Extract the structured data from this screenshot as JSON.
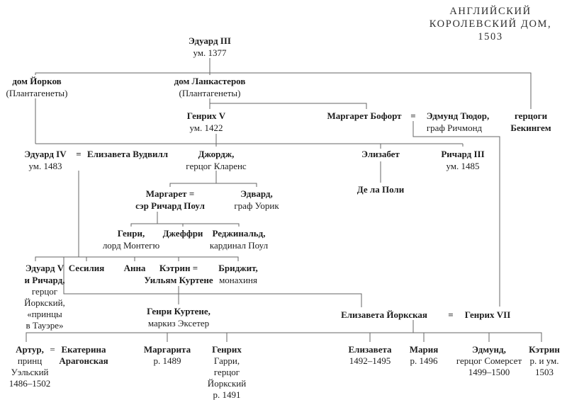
{
  "page": {
    "background": "#ffffff",
    "line_color": "#666666",
    "text_color": "#1c1c1c"
  },
  "title": {
    "line1": "АНГЛИЙСКИЙ",
    "line2": "КОРОЛЕВСКИЙ ДОМ,",
    "line3": "1503"
  },
  "symbols": {
    "marriage": "="
  },
  "nodes": {
    "edward3": {
      "name": "Эдуард III",
      "note": "ум. 1377"
    },
    "york_house": {
      "name": "дом Йорков",
      "note": "(Плантагенеты)"
    },
    "lancaster_house": {
      "name": "дом Ланкастеров",
      "note": "(Плантагенеты)"
    },
    "henry5": {
      "name": "Генрих V",
      "note": "ум. 1422"
    },
    "margaret_beaufort": {
      "name": "Маргарет Бофорт"
    },
    "edmund_tudor": {
      "name": "Эдмунд Тюдор,",
      "note": "граф Ричмонд"
    },
    "buckingham": {
      "name": "герцоги",
      "note": "Бекингем"
    },
    "edward4": {
      "name": "Эдуард IV",
      "note": "ум. 1483"
    },
    "elizabeth_woodville": {
      "name": "Елизавета Вудвилл"
    },
    "george_clarence": {
      "name": "Джордж,",
      "note": "герцог Кларенс"
    },
    "elizabeth_sister": {
      "name": "Элизабет"
    },
    "richard3": {
      "name": "Ричард III",
      "note": "ум. 1485"
    },
    "de_la_pole": {
      "name": "Де ла Поли"
    },
    "margaret_pole": {
      "name": "Маргарет =",
      "name2": "сэр Ричард Поул"
    },
    "edward_warwick": {
      "name": "Эдвард,",
      "note": "граф Уорик"
    },
    "henry_montague": {
      "name": "Генри,",
      "note": "лорд Монтегю"
    },
    "geoffrey": {
      "name": "Джеффри"
    },
    "reginald": {
      "name": "Реджинальд,",
      "note": "кардинал Поул"
    },
    "princes": {
      "name": "Эдуард V",
      "name2": "и Ричард,",
      "note1": "герцог",
      "note2": "Йоркский,",
      "note3": "«принцы",
      "note4": "в Тауэре»"
    },
    "cecily": {
      "name": "Сесилия"
    },
    "anna": {
      "name": "Анна"
    },
    "katherine_courtenay": {
      "name": "Кэтрин =",
      "name2": "Уильям Куртене"
    },
    "bridget": {
      "name": "Бриджит,",
      "note": "монахиня"
    },
    "henry_courtenay": {
      "name": "Генри Куртене,",
      "note": "маркиз Эксетер"
    },
    "elizabeth_of_york": {
      "name": "Елизавета Йоркская"
    },
    "henry7": {
      "name": "Генрих VII"
    },
    "arthur": {
      "name": "Артур,",
      "note1": "принц",
      "note2": "Уэльский",
      "note3": "1486–1502"
    },
    "catherine_aragon": {
      "name": "Екатерина",
      "name2": "Арагонская"
    },
    "margaret_tudor": {
      "name": "Маргарита",
      "note": "р. 1489"
    },
    "henry8": {
      "name": "Генрих",
      "note1": "Гарри,",
      "note2": "герцог",
      "note3": "Йоркский",
      "note4": "р. 1491"
    },
    "elizabeth_child": {
      "name": "Елизавета",
      "note": "1492–1495"
    },
    "mary": {
      "name": "Мария",
      "note": "р. 1496"
    },
    "edmund_somerset": {
      "name": "Эдмунд,",
      "note1": "герцог Сомерсет",
      "note2": "1499–1500"
    },
    "katherine_child": {
      "name": "Кэтрин",
      "note1": "р. и ум.",
      "note2": "1503"
    }
  }
}
